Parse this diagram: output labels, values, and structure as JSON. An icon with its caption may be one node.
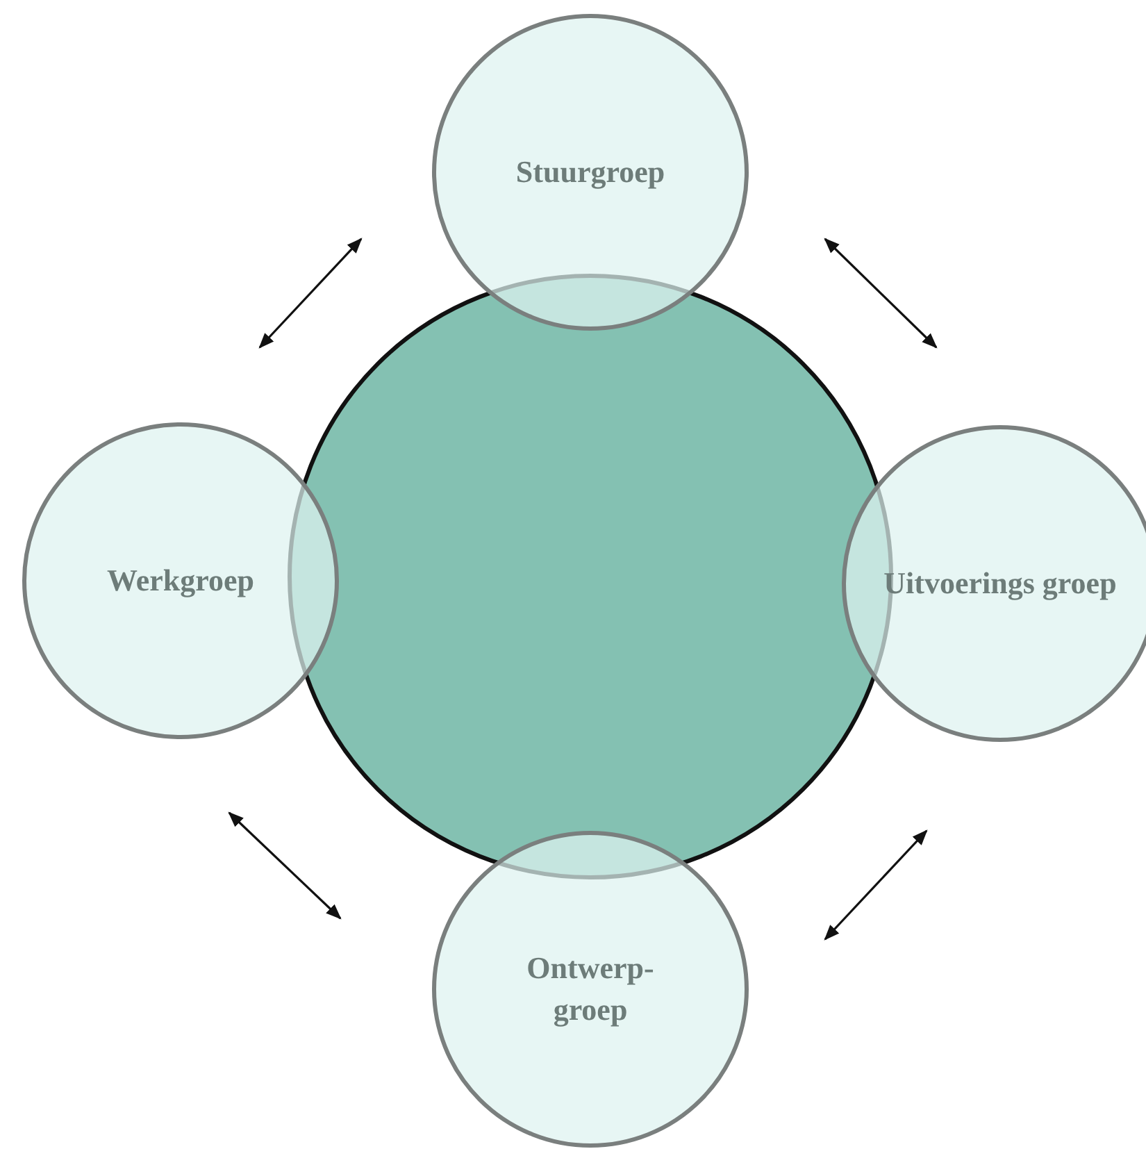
{
  "diagram": {
    "nodes": [
      {
        "text": [],
        "shape": "circle"
      },
      {
        "text": [
          "Stuurgroep"
        ]
      },
      {
        "text": [
          "Werkgroep"
        ]
      },
      {
        "text": [
          "Uitvoerings groep"
        ]
      },
      {
        "text": [
          "Ontwerp- groep"
        ]
      }
    ]
  }
}
